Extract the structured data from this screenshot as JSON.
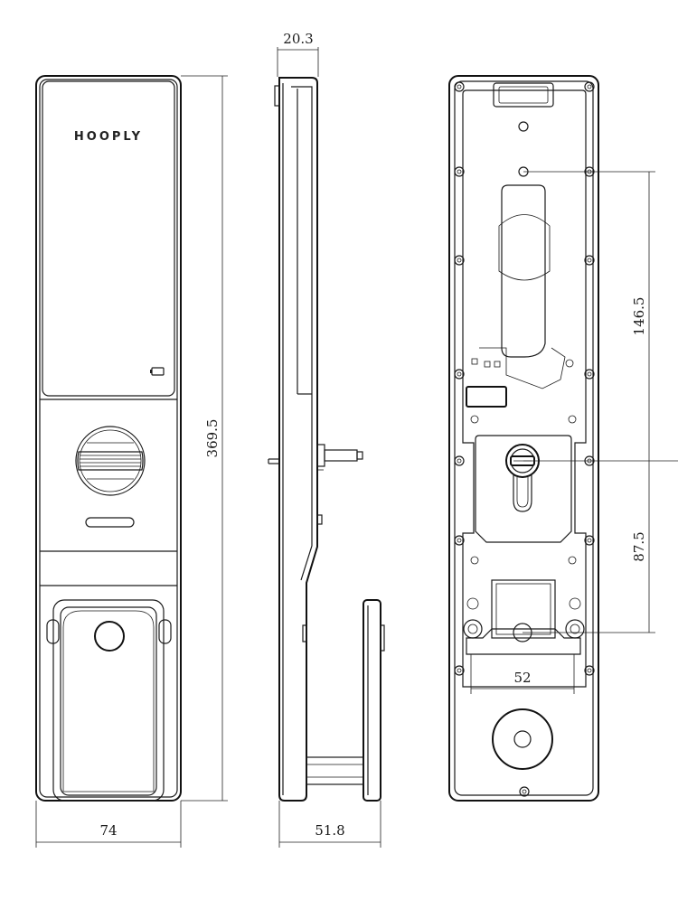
{
  "front_view": {
    "brand": "HOOPLY"
  },
  "dimensions": {
    "height_total": "369.5",
    "width_front": "74",
    "depth_top": "20.3",
    "depth_bottom": "51.8",
    "spacing_upper": "146.5",
    "spacing_lower": "87.5",
    "width_bracket": "52"
  }
}
